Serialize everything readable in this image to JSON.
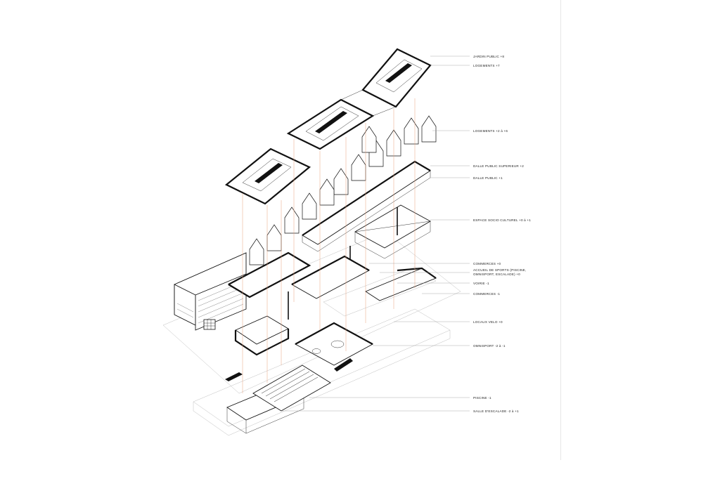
{
  "drawing": {
    "labels": [
      "JARDIN PUBLIC +8",
      "LOGEMENTS +7",
      "LOGEMENTS +2 à +6",
      "DALLE PUBLIC SUPERIEUR +2",
      "DALLE PUBLIC +1",
      "ESPACE SOCIO CULTUREL +0 à +1",
      "COMMERCES +0",
      "ACCUEIL DE SPORTS (PISCINE,",
      "OMNISPORT, ESCALADE) +0",
      "VOIRIE -1",
      "COMMERCES -1",
      "LOCAUX VELO +0",
      "OMNISPORT -2 à -1",
      "PISCINE -1",
      "SALLE D'ESCALADE -2 à +1"
    ]
  },
  "colors": {
    "ink": "#111111",
    "leader": "#9a9a9a",
    "section_lines": "#e8a27f",
    "ghost": "#bfbfbf"
  }
}
